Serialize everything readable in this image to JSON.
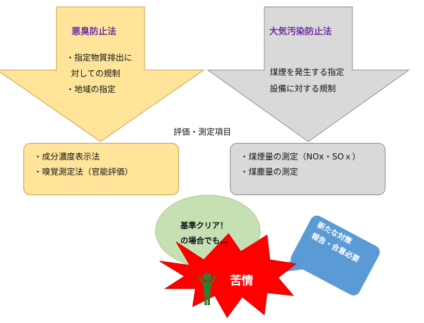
{
  "left_arrow": {
    "title": "悪臭防止法",
    "lines": [
      "・指定物質排出に",
      "対しての規制",
      "・地域の指定"
    ]
  },
  "right_arrow": {
    "title": "大気汚染防止法",
    "lines": [
      "煤煙を発生する指定",
      "設備に対する規制"
    ]
  },
  "center_label": "評価・測定項目",
  "left_box": {
    "items": [
      "・成分濃度表示法",
      "・嗅覚測定法（官能評価）"
    ]
  },
  "right_box": {
    "items": [
      "・煤煙量の測定（NOx・SOｘ）",
      "・煤塵量の測定"
    ]
  },
  "cloud": {
    "lines": [
      "基準クリア！",
      "の場合でも…"
    ]
  },
  "burst": {
    "label": "苦情"
  },
  "callout": {
    "lines": [
      "新たな対策",
      "報告・合意必要"
    ]
  },
  "colors": {
    "left_arrow_fill": "#FFE49A",
    "right_arrow_fill": "#D9D9D9",
    "title_purple": "#7030A0",
    "cloud_fill": "#C6E0B4",
    "burst_fill": "#FF0000",
    "callout_fill": "#5B9BD5",
    "person_fill": "#2E7D32"
  },
  "icons": {
    "person": "angry-person-icon"
  }
}
